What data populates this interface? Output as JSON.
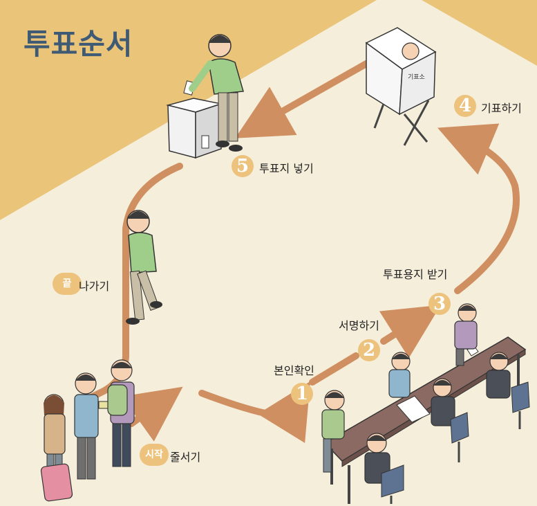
{
  "title": "투표순서",
  "steps": [
    {
      "badge": "시작",
      "label": "줄서기"
    },
    {
      "badge": "1",
      "label": "본인확인"
    },
    {
      "badge": "2",
      "label": "서명하기"
    },
    {
      "badge": "3",
      "label": "투표용지 받기"
    },
    {
      "badge": "4",
      "label": "기표하기"
    },
    {
      "badge": "5",
      "label": "투표지 넣기"
    },
    {
      "badge": "끝",
      "label": "나가기"
    }
  ],
  "booth_sign": "기표소",
  "colors": {
    "background": "#f5eedb",
    "top_band": "#e9c479",
    "title": "#3f5a74",
    "path_arrow": "#cf8f60",
    "badge": "#ecc27c"
  }
}
